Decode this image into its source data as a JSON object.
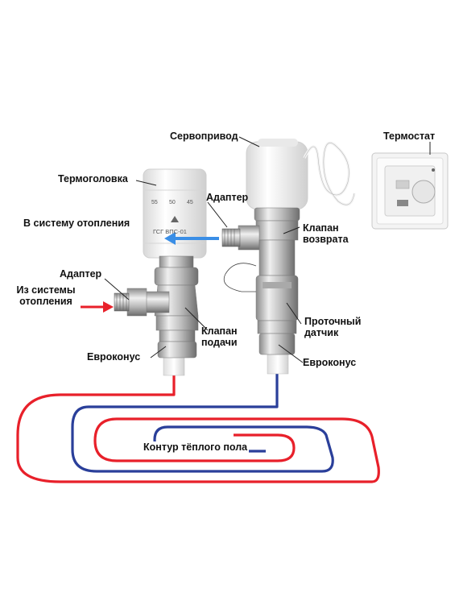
{
  "labels": {
    "servo": "Сервопривод",
    "thermostat": "Термостат",
    "thermohead": "Термоголовка",
    "adapter_top": "Адаптер",
    "to_heating": "В систему отопления",
    "return_valve_1": "Клапан",
    "return_valve_2": "возврата",
    "adapter_left": "Адаптер",
    "from_heating_1": "Из системы",
    "from_heating_2": "отопления",
    "supply_valve_1": "Клапан",
    "supply_valve_2": "подачи",
    "flow_sensor_1": "Проточный",
    "flow_sensor_2": "датчик",
    "euroconus_left": "Евроконус",
    "euroconus_right": "Евроконус",
    "floor_loop": "Контур тёплого пола"
  },
  "thermohead": {
    "scale": [
      "55",
      "50",
      "45"
    ],
    "model": "ГСГ ВПС-01"
  },
  "colors": {
    "hot_pipe": "#e8202a",
    "cold_pipe": "#2a3f9a",
    "to_heating_arrow": "#3a8ee6",
    "from_heating_arrow": "#e8202a",
    "brass": "#c9c9c9"
  }
}
